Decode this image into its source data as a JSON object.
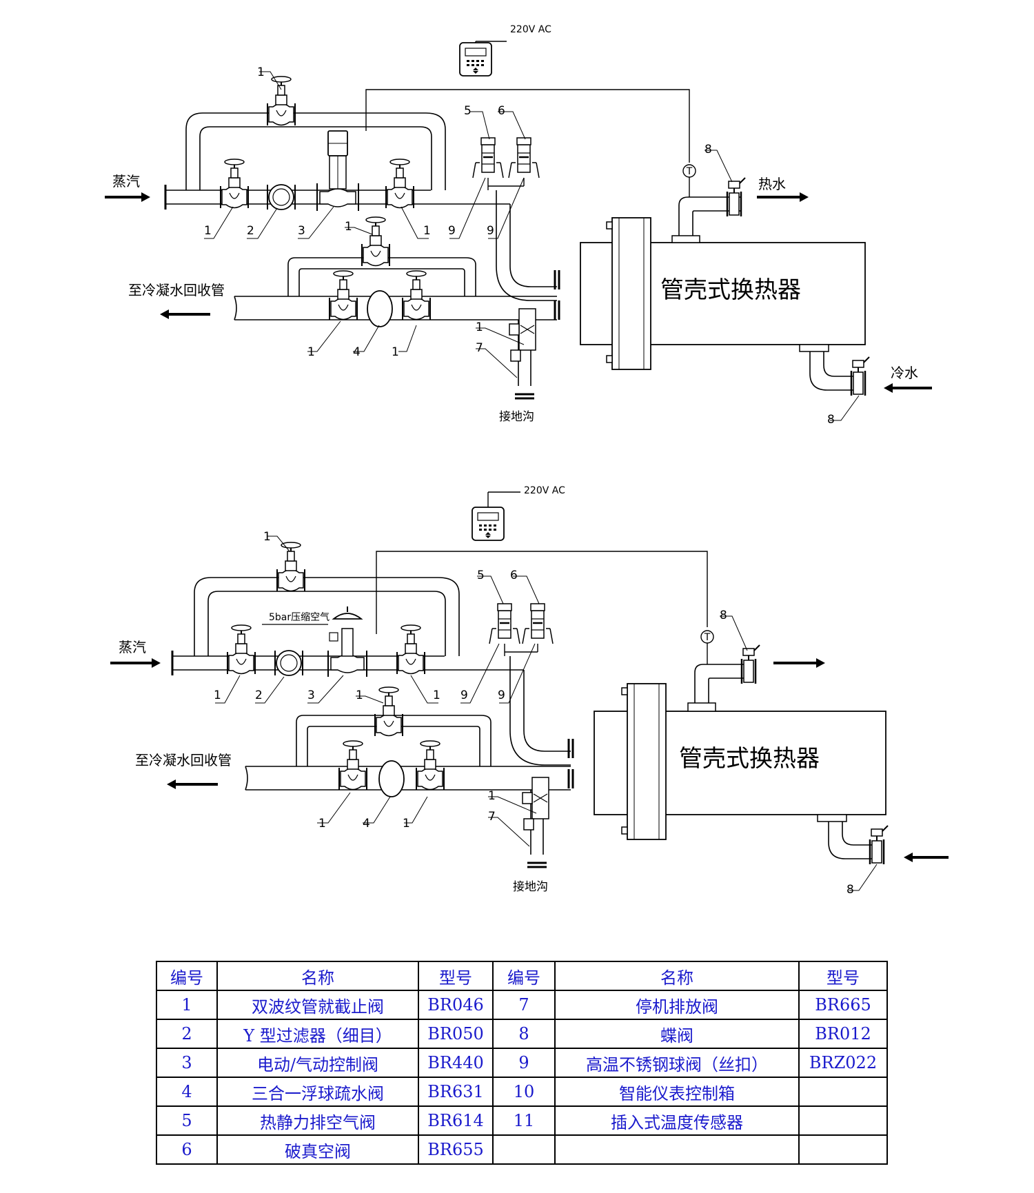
{
  "diagram1": {
    "power": "220V AC",
    "steam": "蒸汽",
    "hot_water": "热水",
    "cold_water": "冷水",
    "condensate": "至冷凝水回收管",
    "drain": "接地沟",
    "exchanger": "管壳式换热器",
    "callouts": [
      "1",
      "1",
      "2",
      "3",
      "1",
      "5",
      "6",
      "9",
      "9",
      "8",
      "1",
      "1",
      "4",
      "1",
      "1",
      "7",
      "8",
      "T"
    ]
  },
  "diagram2": {
    "power": "220V AC",
    "steam": "蒸汽",
    "air": "5bar压缩空气",
    "condensate": "至冷凝水回收管",
    "drain": "接地沟",
    "exchanger": "管壳式换热器",
    "callouts": [
      "1",
      "1",
      "2",
      "3",
      "1",
      "5",
      "6",
      "9",
      "9",
      "8",
      "1",
      "1",
      "4",
      "1",
      "1",
      "7",
      "8",
      "T"
    ]
  },
  "table": {
    "headers": [
      "编号",
      "名称",
      "型号",
      "编号",
      "名称",
      "型号"
    ],
    "rows": [
      [
        "1",
        "双波纹管就截止阀",
        "BR046",
        "7",
        "停机排放阀",
        "BR665"
      ],
      [
        "2",
        "Y 型过滤器（细目）",
        "BR050",
        "8",
        "蝶阀",
        "BR012"
      ],
      [
        "3",
        "电动/气动控制阀",
        "BR440",
        "9",
        "高温不锈钢球阀（丝扣）",
        "BRZ022"
      ],
      [
        "4",
        "三合一浮球疏水阀",
        "BR631",
        "10",
        "智能仪表控制箱",
        ""
      ],
      [
        "5",
        "热静力排空气阀",
        "BR614",
        "11",
        "插入式温度传感器",
        ""
      ],
      [
        "6",
        "破真空阀",
        "BR655",
        "",
        "",
        ""
      ]
    ]
  },
  "colors": {
    "table_text": "#1a1acc",
    "line": "#000000"
  }
}
